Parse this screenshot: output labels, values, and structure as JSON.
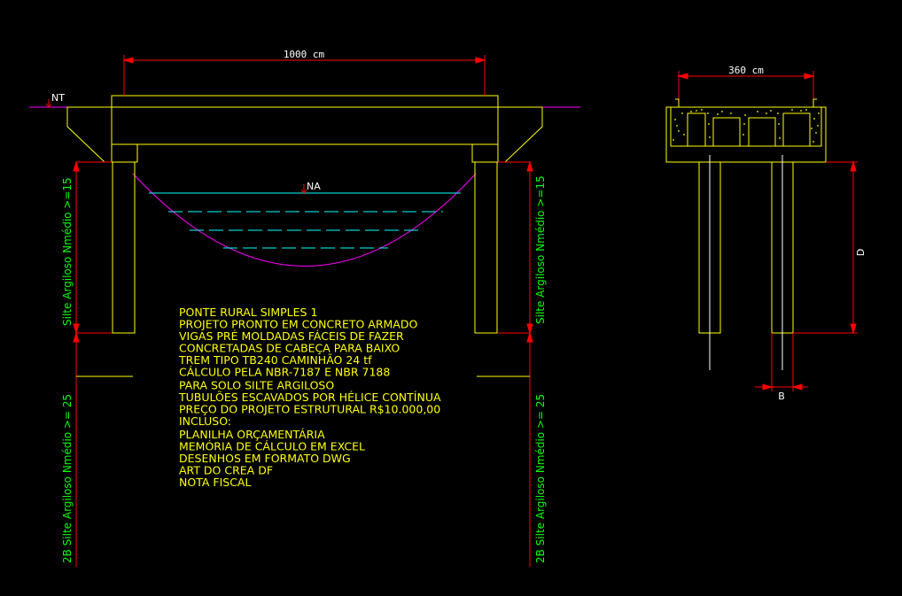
{
  "colors": {
    "background": "#000000",
    "structure": "#ffff00",
    "dimension": "#ff0000",
    "terrain": "#ff00ff",
    "water": "#00ffff",
    "soil_text": "#00ff00",
    "text": "#ffffff",
    "axis": "#ffffff"
  },
  "elevation": {
    "span_dimension": "1000 cm",
    "ground_level": "NT",
    "water_level": "NA",
    "soil_upper_left": "Silte Argiloso Nmédio >=15",
    "soil_upper_right": "Silte Argiloso Nmédio >=15",
    "soil_lower_left": "2B Silte Argiloso Nmédio >= 25",
    "soil_lower_right": "2B Silte Argiloso Nmédio >= 25"
  },
  "section": {
    "width_dimension": "360 cm",
    "depth_label": "D",
    "diameter_label": "B"
  },
  "notes": [
    "PONTE RURAL SIMPLES 1",
    "PROJETO PRONTO EM CONCRETO ARMADO",
    "VIGAS PRÉ MOLDADAS FÁCEIS DE FAZER",
    "CONCRETADAS DE CABEÇA PARA BAIXO",
    "TREM TIPO TB240 CAMINHÃO 24 tf",
    "CÁLCULO PELA NBR-7187 E NBR 7188",
    "PARA SOLO SILTE ARGILOSO",
    "TUBULÕES ESCAVADOS POR HÉLICE CONTÍNUA",
    "PREÇO DO PROJETO ESTRUTURAL R$10.000,00",
    "INCLUSO:",
    "PLANILHA ORÇAMENTÁRIA",
    "MEMÓRIA DE CÁLCULO EM EXCEL",
    "DESENHOS EM FORMATO DWG",
    "ART DO CREA DF",
    "NOTA FISCAL"
  ]
}
